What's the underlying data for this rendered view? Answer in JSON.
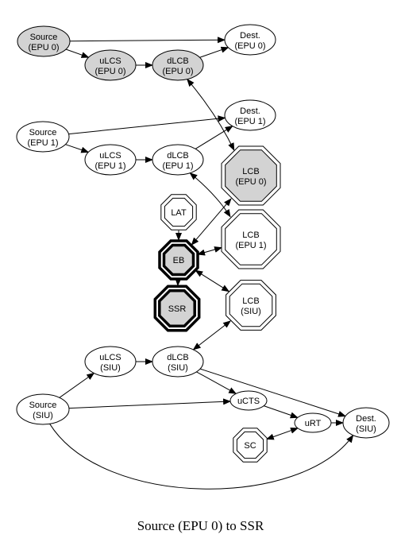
{
  "caption": "Source (EPU 0) to SSR",
  "colors": {
    "line": "#000000",
    "highlight_fill": "#d3d3d3",
    "plain_fill": "#ffffff"
  },
  "nodes": {
    "source_epu0": {
      "line1": "Source",
      "line2": "(EPU 0)",
      "shape": "ellipse",
      "highlighted": true
    },
    "dest_epu0": {
      "line1": "Dest.",
      "line2": "(EPU 0)",
      "shape": "ellipse",
      "highlighted": false
    },
    "ulcs_epu0": {
      "line1": "uLCS",
      "line2": "(EPU 0)",
      "shape": "ellipse",
      "highlighted": true
    },
    "dlcb_epu0": {
      "line1": "dLCB",
      "line2": "(EPU 0)",
      "shape": "ellipse",
      "highlighted": true
    },
    "dest_epu1": {
      "line1": "Dest.",
      "line2": "(EPU 1)",
      "shape": "ellipse",
      "highlighted": false
    },
    "source_epu1": {
      "line1": "Source",
      "line2": "(EPU 1)",
      "shape": "ellipse",
      "highlighted": false
    },
    "ulcs_epu1": {
      "line1": "uLCS",
      "line2": "(EPU 1)",
      "shape": "ellipse",
      "highlighted": false
    },
    "dlcb_epu1": {
      "line1": "dLCB",
      "line2": "(EPU 1)",
      "shape": "ellipse",
      "highlighted": false
    },
    "lcb_epu0": {
      "line1": "LCB",
      "line2": "(EPU 0)",
      "shape": "double-octagon",
      "highlighted": true
    },
    "lat": {
      "line1": "LAT",
      "line2": "",
      "shape": "double-octagon",
      "highlighted": false
    },
    "lcb_epu1": {
      "line1": "LCB",
      "line2": "(EPU 1)",
      "shape": "double-octagon",
      "highlighted": false
    },
    "eb": {
      "line1": "EB",
      "line2": "",
      "shape": "bold-double-octagon",
      "highlighted": true
    },
    "ssr": {
      "line1": "SSR",
      "line2": "",
      "shape": "bold-double-octagon",
      "highlighted": true
    },
    "lcb_siu": {
      "line1": "LCB",
      "line2": "(SIU)",
      "shape": "double-octagon",
      "highlighted": false
    },
    "ulcs_siu": {
      "line1": "uLCS",
      "line2": "(SIU)",
      "shape": "ellipse",
      "highlighted": false
    },
    "dlcb_siu": {
      "line1": "dLCB",
      "line2": "(SIU)",
      "shape": "ellipse",
      "highlighted": false
    },
    "source_siu": {
      "line1": "Source",
      "line2": "(SIU)",
      "shape": "ellipse",
      "highlighted": false
    },
    "ucts": {
      "line1": "uCTS",
      "line2": "",
      "shape": "ellipse",
      "highlighted": false
    },
    "urt": {
      "line1": "uRT",
      "line2": "",
      "shape": "ellipse",
      "highlighted": false
    },
    "dest_siu": {
      "line1": "Dest.",
      "line2": "(SIU)",
      "shape": "ellipse",
      "highlighted": false
    },
    "sc": {
      "line1": "SC",
      "line2": "",
      "shape": "double-octagon",
      "highlighted": false
    }
  },
  "edges": [
    {
      "from": "source_epu0",
      "to": "dest_epu0",
      "direction": "forward"
    },
    {
      "from": "source_epu0",
      "to": "ulcs_epu0",
      "direction": "forward"
    },
    {
      "from": "ulcs_epu0",
      "to": "dlcb_epu0",
      "direction": "forward"
    },
    {
      "from": "dlcb_epu0",
      "to": "dest_epu0",
      "direction": "forward"
    },
    {
      "from": "dlcb_epu0",
      "to": "lcb_epu0",
      "direction": "both"
    },
    {
      "from": "source_epu1",
      "to": "dest_epu1",
      "direction": "forward"
    },
    {
      "from": "source_epu1",
      "to": "ulcs_epu1",
      "direction": "forward"
    },
    {
      "from": "ulcs_epu1",
      "to": "dlcb_epu1",
      "direction": "forward"
    },
    {
      "from": "dlcb_epu1",
      "to": "dest_epu1",
      "direction": "forward"
    },
    {
      "from": "dlcb_epu1",
      "to": "lcb_epu1",
      "direction": "both"
    },
    {
      "from": "lat",
      "to": "eb",
      "direction": "forward"
    },
    {
      "from": "eb",
      "to": "ssr",
      "direction": "forward"
    },
    {
      "from": "eb",
      "to": "lcb_epu0",
      "direction": "both"
    },
    {
      "from": "eb",
      "to": "lcb_epu1",
      "direction": "both"
    },
    {
      "from": "eb",
      "to": "lcb_siu",
      "direction": "both"
    },
    {
      "from": "dlcb_siu",
      "to": "lcb_siu",
      "direction": "both"
    },
    {
      "from": "ulcs_siu",
      "to": "dlcb_siu",
      "direction": "forward"
    },
    {
      "from": "source_siu",
      "to": "ulcs_siu",
      "direction": "forward"
    },
    {
      "from": "source_siu",
      "to": "ucts",
      "direction": "forward"
    },
    {
      "from": "dlcb_siu",
      "to": "ucts",
      "direction": "forward"
    },
    {
      "from": "dlcb_siu",
      "to": "dest_siu",
      "direction": "forward"
    },
    {
      "from": "ucts",
      "to": "urt",
      "direction": "forward"
    },
    {
      "from": "urt",
      "to": "dest_siu",
      "direction": "forward"
    },
    {
      "from": "sc",
      "to": "urt",
      "direction": "both"
    },
    {
      "from": "source_siu",
      "to": "dest_siu",
      "direction": "forward"
    }
  ]
}
